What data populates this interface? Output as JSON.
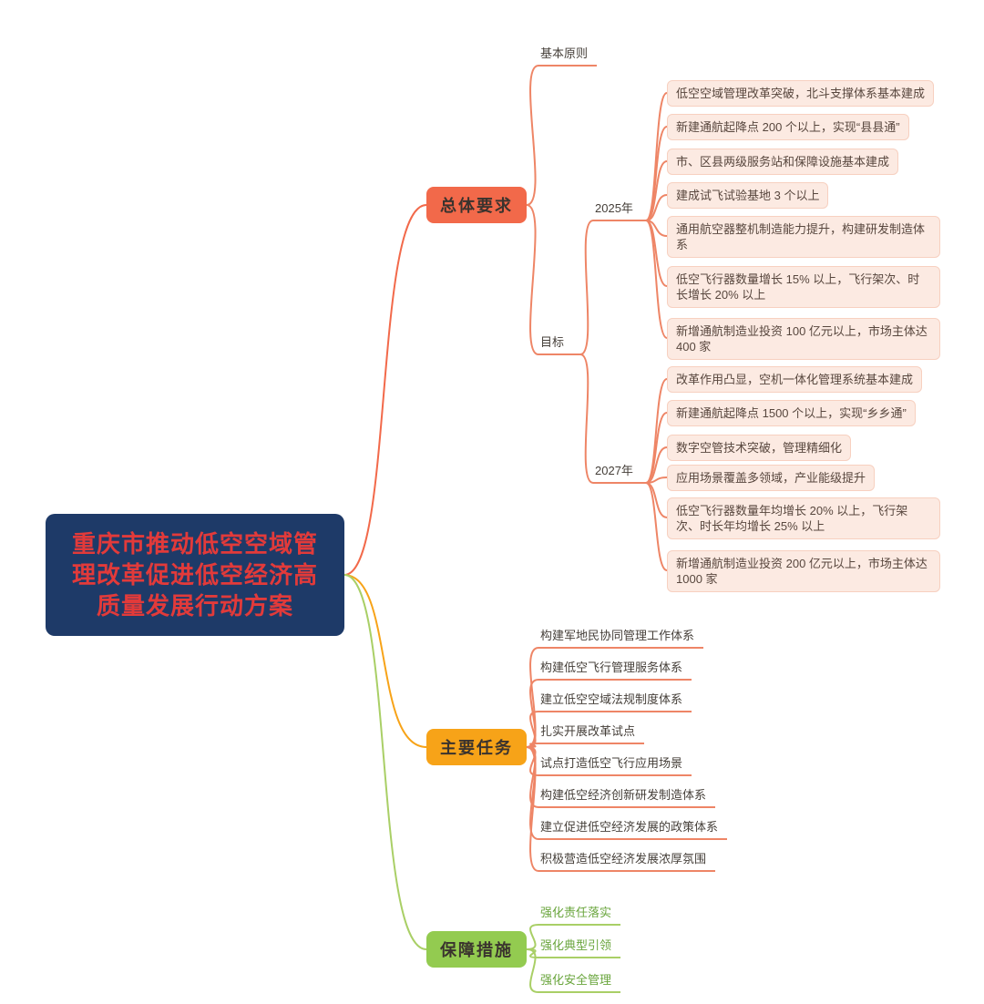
{
  "colors": {
    "navy": "#1e3a68",
    "title-red": "#e23a3a",
    "coral": "#f2694a",
    "orange": "#f7a318",
    "green": "#93cb50",
    "green-line": "#a9cf66",
    "green-text": "#69a53c",
    "salmon": "#ee8566",
    "pink-bg": "#fceae2",
    "pink-border": "#f7d0c0"
  },
  "root": {
    "title": "重庆市推动低空空域管理改革促进低空经济高质量发展行动方案",
    "title_lines": [
      "重庆市推动低空空域管",
      "理改革促进低空经济高",
      "质量发展行动方案"
    ]
  },
  "overall": {
    "label": "总体要求",
    "principle": "基本原则",
    "goal": "目标",
    "y2025": {
      "label": "2025年",
      "items": [
        "低空空域管理改革突破，北斗支撑体系基本建成",
        "新建通航起降点 200 个以上，实现“县县通”",
        "市、区县两级服务站和保障设施基本建成",
        "建成试飞试验基地 3 个以上",
        "通用航空器整机制造能力提升，构建研发制造体系",
        "低空飞行器数量增长 15% 以上，飞行架次、时长增长 20% 以上",
        "新增通航制造业投资 100 亿元以上，市场主体达 400 家"
      ]
    },
    "y2027": {
      "label": "2027年",
      "items": [
        "改革作用凸显，空机一体化管理系统基本建成",
        "新建通航起降点 1500 个以上，实现“乡乡通”",
        "数字空管技术突破，管理精细化",
        "应用场景覆盖多领域，产业能级提升",
        "低空飞行器数量年均增长 20% 以上，飞行架次、时长年均增长 25% 以上",
        "新增通航制造业投资 200 亿元以上，市场主体达 1000 家"
      ]
    }
  },
  "tasks": {
    "label": "主要任务",
    "items": [
      "构建军地民协同管理工作体系",
      "构建低空飞行管理服务体系",
      "建立低空空域法规制度体系",
      "扎实开展改革试点",
      "试点打造低空飞行应用场景",
      "构建低空经济创新研发制造体系",
      "建立促进低空经济发展的政策体系",
      "积极营造低空经济发展浓厚氛围"
    ]
  },
  "safeguards": {
    "label": "保障措施",
    "items": [
      "强化责任落实",
      "强化典型引领",
      "强化安全管理"
    ]
  }
}
